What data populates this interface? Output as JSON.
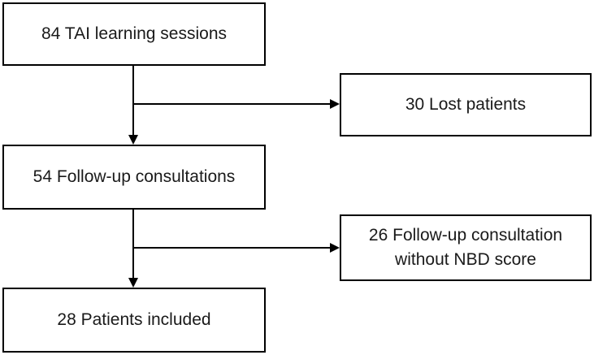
{
  "diagram": {
    "type": "flowchart",
    "nodes": [
      {
        "id": "tai-learning-sessions",
        "label": "84 TAI learning sessions"
      },
      {
        "id": "lost-patients",
        "label": "30 Lost patients"
      },
      {
        "id": "follow-up-consultations",
        "label": "54 Follow-up consultations"
      },
      {
        "id": "follow-up-without-nbd",
        "label": "26 Follow-up consultation without NBD score"
      },
      {
        "id": "patients-included",
        "label": "28 Patients included"
      }
    ],
    "edges": [
      {
        "from": "tai-learning-sessions",
        "to": "follow-up-consultations",
        "direction": "down"
      },
      {
        "from": "tai-learning-sessions",
        "to": "lost-patients",
        "direction": "right"
      },
      {
        "from": "follow-up-consultations",
        "to": "patients-included",
        "direction": "down"
      },
      {
        "from": "follow-up-consultations",
        "to": "follow-up-without-nbd",
        "direction": "right"
      }
    ],
    "colors": {
      "line": "#000000",
      "box_border": "#000000",
      "box_fill": "#ffffff",
      "text": "#1a1a1a",
      "background": "#ffffff"
    }
  }
}
